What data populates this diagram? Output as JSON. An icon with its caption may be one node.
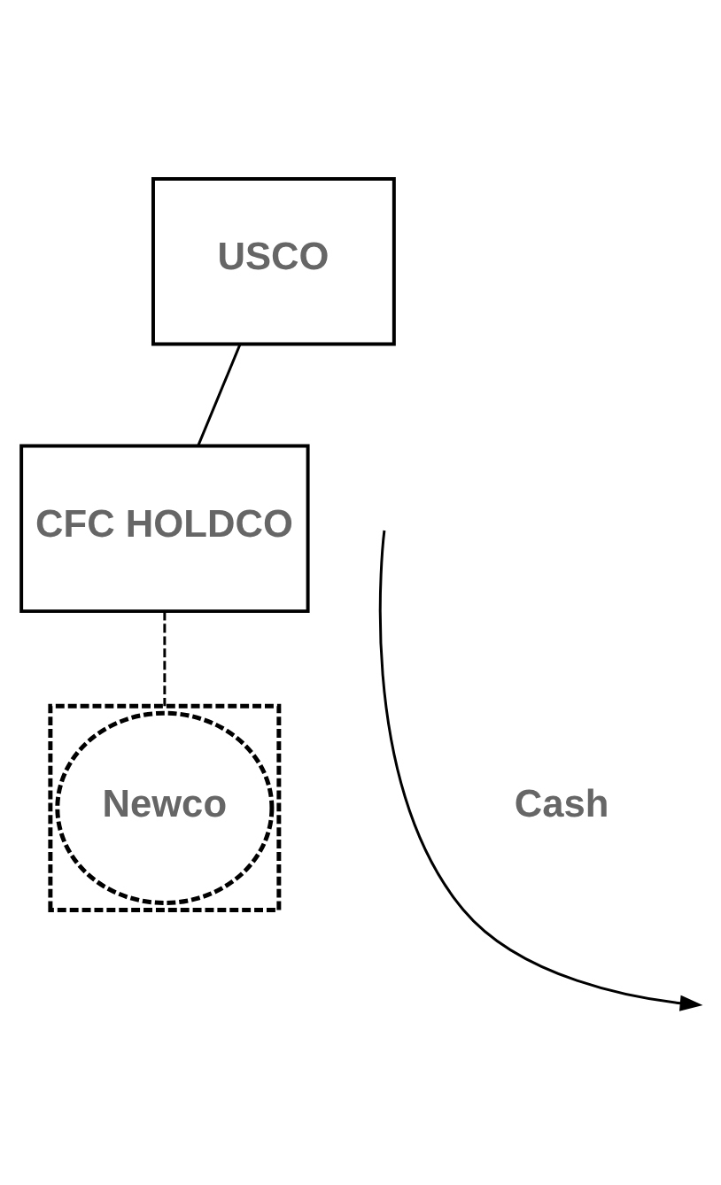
{
  "diagram": {
    "nodes": [
      {
        "text": [
          "USCO"
        ]
      },
      {
        "text": [
          "CFC HOLDCO"
        ]
      },
      {
        "text": [],
        "shape": "box"
      },
      {
        "text": [
          "Newco"
        ],
        "in": 2
      }
    ],
    "edges": [
      {
        "from": 0,
        "to": 1,
        "arrow": "none"
      },
      {
        "from": 1,
        "to": 2,
        "arrow": "none",
        "style": "dashed"
      }
    ],
    "labels": [
      "Cash"
    ]
  }
}
